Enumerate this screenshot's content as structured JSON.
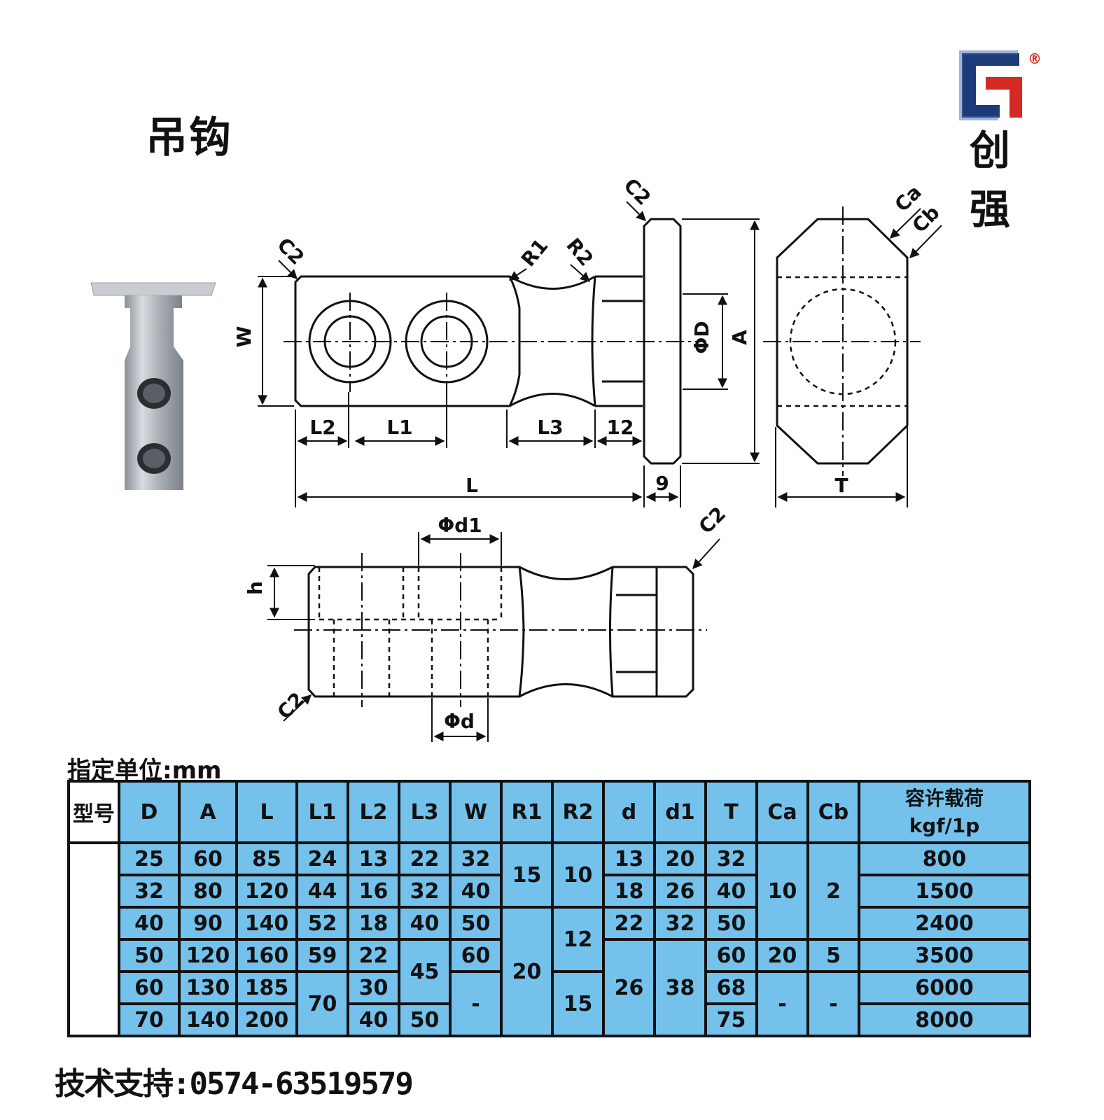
{
  "title": "吊钩",
  "brand": {
    "line1": "创",
    "line2": "强",
    "registered": "®",
    "logo_colors": {
      "red": "#d42a24",
      "blue": "#1d3a7a"
    }
  },
  "drawing": {
    "labels": {
      "c2": "C2",
      "r1": "R1",
      "r2": "R2",
      "w": "W",
      "phi_D": "ΦD",
      "a": "A",
      "ca": "Ca",
      "cb": "Cb",
      "l2": "L2",
      "l1": "L1",
      "l3": "L3",
      "dim12": "12",
      "l": "L",
      "dim9": "9",
      "t": "T",
      "phi_d1": "Φd1",
      "h": "h",
      "phi_d": "Φd"
    }
  },
  "unit_label": "指定单位:mm",
  "table": {
    "model_header": "型号",
    "headers": [
      "D",
      "A",
      "L",
      "L1",
      "L2",
      "L3",
      "W",
      "R1",
      "R2",
      "d",
      "d1",
      "T",
      "Ca",
      "Cb"
    ],
    "load_header_line1": "容许载荷",
    "load_header_line2": "kgf/1p",
    "columns": {
      "D": [
        "25",
        "32",
        "40",
        "50",
        "60",
        "70"
      ],
      "A": [
        "60",
        "80",
        "90",
        "120",
        "130",
        "140"
      ],
      "L": [
        "85",
        "120",
        "140",
        "160",
        "185",
        "200"
      ],
      "L1": [
        "24",
        "44",
        "52",
        "59",
        "70"
      ],
      "L2": [
        "13",
        "16",
        "18",
        "22",
        "30",
        "40"
      ],
      "L3": [
        "22",
        "32",
        "40",
        "45",
        "50"
      ],
      "W": [
        "32",
        "40",
        "50",
        "60",
        "-"
      ],
      "R1": [
        "15",
        "20"
      ],
      "R2": [
        "10",
        "12",
        "15"
      ],
      "d": [
        "13",
        "18",
        "22",
        "26"
      ],
      "d1": [
        "20",
        "26",
        "32",
        "38"
      ],
      "T": [
        "32",
        "40",
        "50",
        "60",
        "68",
        "75"
      ],
      "Ca": [
        "10",
        "20",
        "-"
      ],
      "Cb": [
        "2",
        "5",
        "-"
      ],
      "load": [
        "800",
        "1500",
        "2400",
        "3500",
        "6000",
        "8000"
      ]
    }
  },
  "support": "技术支持:0574-63519579"
}
